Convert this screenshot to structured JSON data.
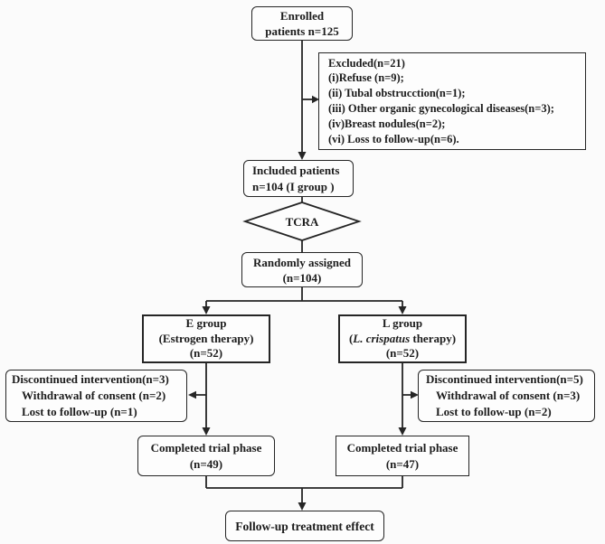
{
  "colors": {
    "line": "#252525",
    "text": "#1c1c1c",
    "background": "#fbfbfb",
    "box_fill": "#fdfdfd"
  },
  "boxes": {
    "enrolled": {
      "lines": [
        "Enrolled",
        "patients n=125"
      ]
    },
    "excluded": {
      "lines": [
        "Excluded(n=21)",
        "(i)Refuse (n=9);",
        "(ii) Tubal obstrucction(n=1);",
        "(iii) Other organic gynecological diseases(n=3);",
        "(iv)Breast nodules(n=2);",
        "(vi) Loss to follow-up(n=6)."
      ]
    },
    "included": {
      "lines": [
        "Included patients",
        "n=104 (I group )"
      ]
    },
    "tcra": {
      "label": "TCRA"
    },
    "randomized": {
      "lines": [
        "Randomly assigned",
        "(n=104)"
      ]
    },
    "e_group": {
      "lines": [
        "E group",
        "(Estrogen therapy)",
        "(n=52)"
      ]
    },
    "l_group": {
      "line1": "L group",
      "line2_prefix": "(",
      "line2_italic": "L. crispatus",
      "line2_suffix": " therapy)",
      "line3": "(n=52)"
    },
    "discontinued_left": {
      "lines": [
        "Discontinued intervention(n=3)",
        "Withdrawal of consent (n=2)",
        "Lost to follow-up (n=1)"
      ]
    },
    "discontinued_right": {
      "lines": [
        "Discontinued intervention(n=5)",
        "Withdrawal of consent (n=3)",
        "Lost to follow-up (n=2)"
      ]
    },
    "completed_left": {
      "lines": [
        "Completed trial phase",
        "(n=49)"
      ]
    },
    "completed_right": {
      "lines": [
        "Completed trial phase",
        "(n=47)"
      ]
    },
    "follow_up": {
      "label": "Follow-up treatment effect"
    }
  }
}
